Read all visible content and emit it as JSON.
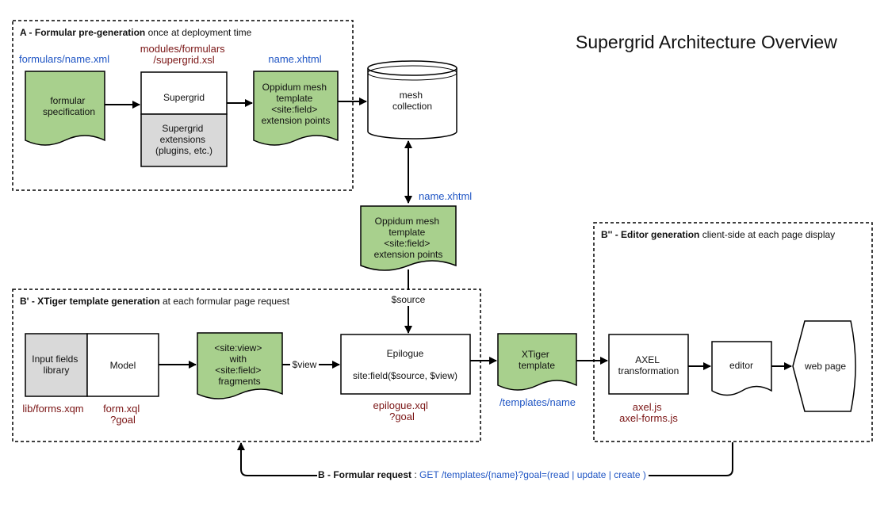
{
  "title": "Supergrid Architecture Overview",
  "sections": {
    "a": {
      "bold": "A - Formular pre-generation",
      "rest": " once at deployment time"
    },
    "bprime": {
      "bold": "B' - XTiger template generation",
      "rest": " at each formular page request"
    },
    "bdouble": {
      "bold": "B'' - Editor generation",
      "rest": " client-side at each page display"
    }
  },
  "nodes": {
    "formular_spec": [
      "formular",
      "specification"
    ],
    "supergrid": "Supergrid",
    "supergrid_ext": [
      "Supergrid",
      "extensions",
      "(plugins, etc.)"
    ],
    "mesh_template_top": [
      "Oppidum mesh",
      "template",
      "<site:field>",
      "extension points"
    ],
    "mesh_collection": [
      "mesh",
      "collection"
    ],
    "mesh_template_mid": [
      "Oppidum mesh",
      "template",
      "<site:field>",
      "extension points"
    ],
    "input_fields": [
      "Input fields",
      "library"
    ],
    "model": "Model",
    "site_view": [
      "<site:view>",
      "with",
      "<site:field>",
      "fragments"
    ],
    "epilogue_title": "Epilogue",
    "epilogue_call": "site:field($source, $view)",
    "xtiger": [
      "XTiger",
      "template"
    ],
    "axel": [
      "AXEL",
      "transformation"
    ],
    "editor": "editor",
    "web_page": "web page"
  },
  "file_labels": {
    "formulars_name_xml": "formulars/name.xml",
    "modules_formulars": [
      "modules/formulars",
      "/supergrid.xsl"
    ],
    "name_xhtml_top": "name.xhtml",
    "name_xhtml_mid": "name.xhtml",
    "lib_forms": "lib/forms.xqm",
    "form_xql": [
      "form.xql",
      "?goal"
    ],
    "epilogue_xql": [
      "epilogue.xql",
      "?goal"
    ],
    "templates_name": "/templates/name",
    "axel_js": [
      "axel.js",
      "axel-forms.js"
    ]
  },
  "edge_labels": {
    "source": "$source",
    "view": "$view"
  },
  "request": {
    "bold": "B - Formular request",
    "sep": " : ",
    "url": "GET /templates/{name}?goal=(read | update | create )"
  },
  "colors": {
    "green": "#a8d08d",
    "gray": "#d9d9d9",
    "blue_text": "#1f55c4",
    "red_text": "#7a1414"
  }
}
